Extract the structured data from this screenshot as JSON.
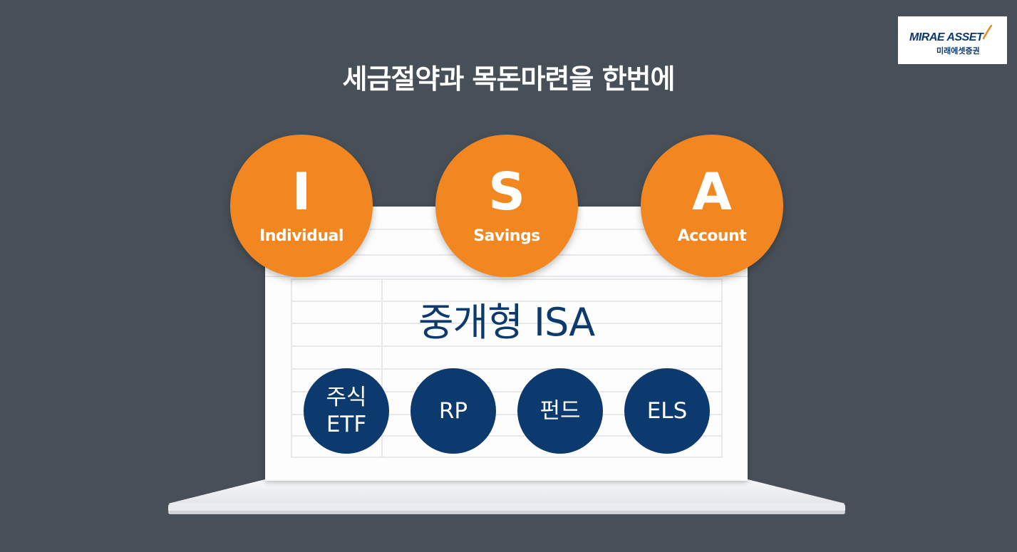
{
  "headline": "세금절약과 목돈마련을 한번에",
  "logo": {
    "en": "MIRAE ASSET",
    "ko": "미래에셋증권",
    "swoosh_color": "#f28722"
  },
  "isa_letters": [
    {
      "letter": "I",
      "word": "Individual"
    },
    {
      "letter": "S",
      "word": "Savings"
    },
    {
      "letter": "A",
      "word": "Account"
    }
  ],
  "product_title": "중개형 ISA",
  "products": [
    {
      "line1": "주식",
      "line2": "ETF"
    },
    {
      "line1": "RP",
      "line2": ""
    },
    {
      "line1": "펀드",
      "line2": ""
    },
    {
      "line1": "ELS",
      "line2": ""
    }
  ],
  "colors": {
    "background": "#475058",
    "orange": "#f28722",
    "navy": "#0d3a6e",
    "screen": "#fdfdfd"
  }
}
